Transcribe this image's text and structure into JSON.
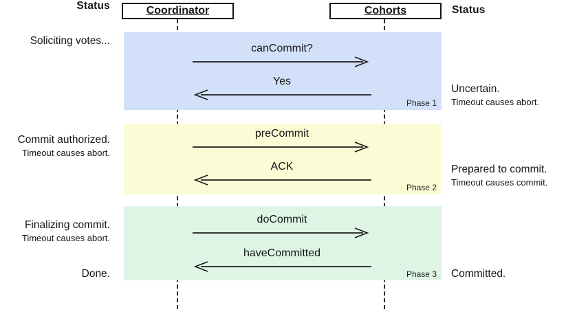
{
  "header": {
    "left_status_label": "Status",
    "coordinator_label": "Coordinator",
    "cohorts_label": "Cohorts",
    "right_status_label": "Status"
  },
  "colors": {
    "phase1_bg": "#d3e0fa",
    "phase2_bg": "#fbfcd5",
    "phase3_bg": "#def5e5",
    "line": "#1c1c1c"
  },
  "phases": [
    {
      "name": "Phase 1",
      "left_status": {
        "main": "Soliciting votes...",
        "sub": ""
      },
      "right_status": {
        "main": "Uncertain.",
        "sub": "Timeout causes abort."
      },
      "messages": [
        {
          "label": "canCommit?",
          "direction": "right"
        },
        {
          "label": "Yes",
          "direction": "left"
        }
      ]
    },
    {
      "name": "Phase 2",
      "left_status": {
        "main": "Commit authorized.",
        "sub": "Timeout causes abort."
      },
      "right_status": {
        "main": "Prepared to commit.",
        "sub": "Timeout causes commit."
      },
      "messages": [
        {
          "label": "preCommit",
          "direction": "right"
        },
        {
          "label": "ACK",
          "direction": "left"
        }
      ]
    },
    {
      "name": "Phase 3",
      "left_status": {
        "main": "Finalizing commit.",
        "sub": "Timeout causes abort."
      },
      "left_status_end": "Done.",
      "right_status": {
        "main": "Committed.",
        "sub": ""
      },
      "messages": [
        {
          "label": "doCommit",
          "direction": "right"
        },
        {
          "label": "haveCommitted",
          "direction": "left"
        }
      ]
    }
  ]
}
